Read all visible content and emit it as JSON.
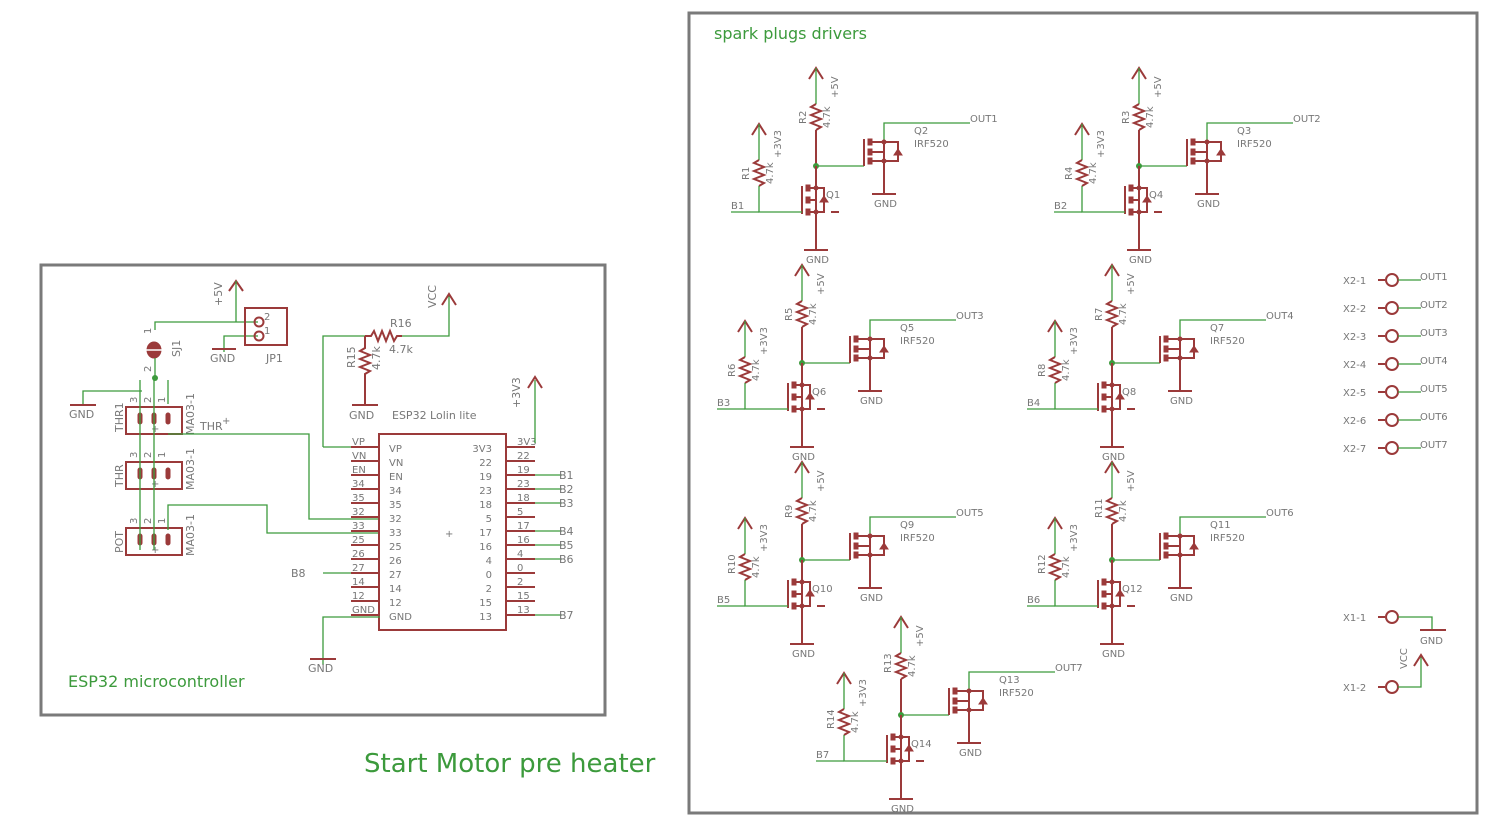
{
  "titles": {
    "main": "Start Motor pre heater",
    "esp_sheet": "ESP32 microcontroller",
    "spark_sheet": "spark plugs drivers"
  },
  "esp": {
    "module_name": "ESP32 Lolin lite",
    "left_pins": [
      "VP",
      "VN",
      "EN",
      "34",
      "35",
      "32",
      "33",
      "25",
      "26",
      "27",
      "14",
      "12",
      "GND"
    ],
    "right_pins": [
      "3V3",
      "22",
      "19",
      "23",
      "18",
      "5",
      "17",
      "16",
      "4",
      "0",
      "2",
      "15",
      "13"
    ],
    "right_nets": {
      "19": "B1",
      "23": "B2",
      "18": "B3",
      "17": "B4",
      "16": "B5",
      "4": "B6",
      "13": "B7"
    },
    "left_net_27": "B8",
    "supply_3v3": "+3V3",
    "gnd": "GND"
  },
  "divider": {
    "r16": {
      "name": "R16",
      "value": "4.7k"
    },
    "r15": {
      "name": "R15",
      "value": "4.7k"
    },
    "vcc": "VCC",
    "gnd": "GND"
  },
  "jumper": {
    "sj1": "SJ1",
    "jp1": "JP1",
    "supply": "+5V",
    "gnd": "GND",
    "pin1": "1",
    "pin2": "2"
  },
  "connectors": [
    {
      "name": "THR1",
      "type": "MA03-1",
      "pins": [
        "3",
        "2",
        "1"
      ]
    },
    {
      "name": "THR",
      "type": "MA03-1",
      "pins": [
        "3",
        "2",
        "1"
      ]
    },
    {
      "name": "POT",
      "type": "MA03-1",
      "pins": [
        "3",
        "2",
        "1"
      ]
    }
  ],
  "thr_net": "THR",
  "left_gnd": "GND",
  "drivers": [
    {
      "input": "B1",
      "out": "OUT1",
      "r_pull": "R2",
      "r_gate": "R1",
      "q_low": "Q1",
      "q_high": "Q2",
      "mosfet": "IRF520",
      "value": "4.7k",
      "v5": "+5V",
      "v33": "+3V3",
      "gnd": "GND"
    },
    {
      "input": "B2",
      "out": "OUT2",
      "r_pull": "R3",
      "r_gate": "R4",
      "q_low": "Q4",
      "q_high": "Q3",
      "mosfet": "IRF520",
      "value": "4.7k",
      "v5": "+5V",
      "v33": "+3V3",
      "gnd": "GND"
    },
    {
      "input": "B3",
      "out": "OUT3",
      "r_pull": "R5",
      "r_gate": "R6",
      "q_low": "Q6",
      "q_high": "Q5",
      "mosfet": "IRF520",
      "value": "4.7k",
      "v5": "+5V",
      "v33": "+3V3",
      "gnd": "GND"
    },
    {
      "input": "B4",
      "out": "OUT4",
      "r_pull": "R7",
      "r_gate": "R8",
      "q_low": "Q8",
      "q_high": "Q7",
      "mosfet": "IRF520",
      "value": "4.7k",
      "v5": "+5V",
      "v33": "+3V3",
      "gnd": "GND"
    },
    {
      "input": "B5",
      "out": "OUT5",
      "r_pull": "R9",
      "r_gate": "R10",
      "q_low": "Q10",
      "q_high": "Q9",
      "mosfet": "IRF520",
      "value": "4.7k",
      "v5": "+5V",
      "v33": "+3V3",
      "gnd": "GND"
    },
    {
      "input": "B6",
      "out": "OUT6",
      "r_pull": "R11",
      "r_gate": "R12",
      "q_low": "Q12",
      "q_high": "Q11",
      "mosfet": "IRF520",
      "value": "4.7k",
      "v5": "+5V",
      "v33": "+3V3",
      "gnd": "GND"
    },
    {
      "input": "B7",
      "out": "OUT7",
      "r_pull": "R13",
      "r_gate": "R14",
      "q_low": "Q14",
      "q_high": "Q13",
      "mosfet": "IRF520",
      "value": "4.7k",
      "v5": "+5V",
      "v33": "+3V3",
      "gnd": "GND"
    }
  ],
  "terminals_x2": [
    {
      "name": "X2-1",
      "net": "OUT1"
    },
    {
      "name": "X2-2",
      "net": "OUT2"
    },
    {
      "name": "X2-3",
      "net": "OUT3"
    },
    {
      "name": "X2-4",
      "net": "OUT4"
    },
    {
      "name": "X2-5",
      "net": "OUT5"
    },
    {
      "name": "X2-6",
      "net": "OUT6"
    },
    {
      "name": "X2-7",
      "net": "OUT7"
    }
  ],
  "terminals_x1": [
    {
      "name": "X1-1",
      "net": "GND"
    },
    {
      "name": "X1-2",
      "net": "VCC"
    }
  ],
  "colors": {
    "wire": "#3c9a3c",
    "part": "#9b3a3a",
    "frame": "#7a7a7a",
    "label": "#777777",
    "title": "#3c9a3c"
  }
}
